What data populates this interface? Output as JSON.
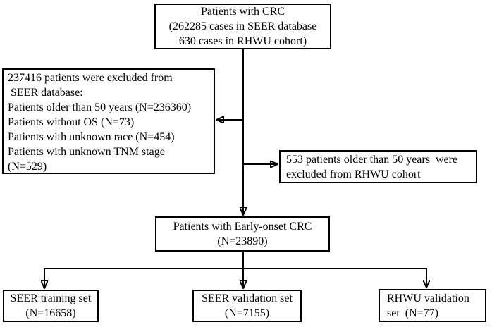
{
  "figure": {
    "background_color": "#ffffff",
    "line_color": "#000000",
    "text_color": "#000000"
  },
  "boxes": {
    "crc": {
      "lines": {
        "0": "Patients with CRC",
        "1": "(262285 cases in SEER database",
        "2": "630 cases in RHWU cohort)"
      }
    },
    "seer_exclusions": {
      "lines": {
        "0": "237416 patients were excluded from",
        "1": " SEER database:",
        "2": "Patients older than 50 years (N=236360)",
        "3": "Patients without OS (N=73)",
        "4": "Patients with unknown race (N=454)",
        "5": "Patients with unknown TNM stage",
        "6": "(N=529)"
      }
    },
    "rhwu_exclusions": {
      "lines": {
        "0": "553 patients older than 50 years  were",
        "1": "excluded from RHWU cohort"
      }
    },
    "eocrc": {
      "lines": {
        "0": "Patients with Early-onset CRC",
        "1": "(N=23890)"
      }
    },
    "seer_training": {
      "lines": {
        "0": "SEER training set",
        "1": "(N=16658)"
      }
    },
    "seer_validation": {
      "lines": {
        "0": "SEER validation set",
        "1": "(N=7155)"
      }
    },
    "rhwu_validation": {
      "lines": {
        "0": "RHWU validation",
        "1": "set  (N=77)"
      }
    }
  }
}
